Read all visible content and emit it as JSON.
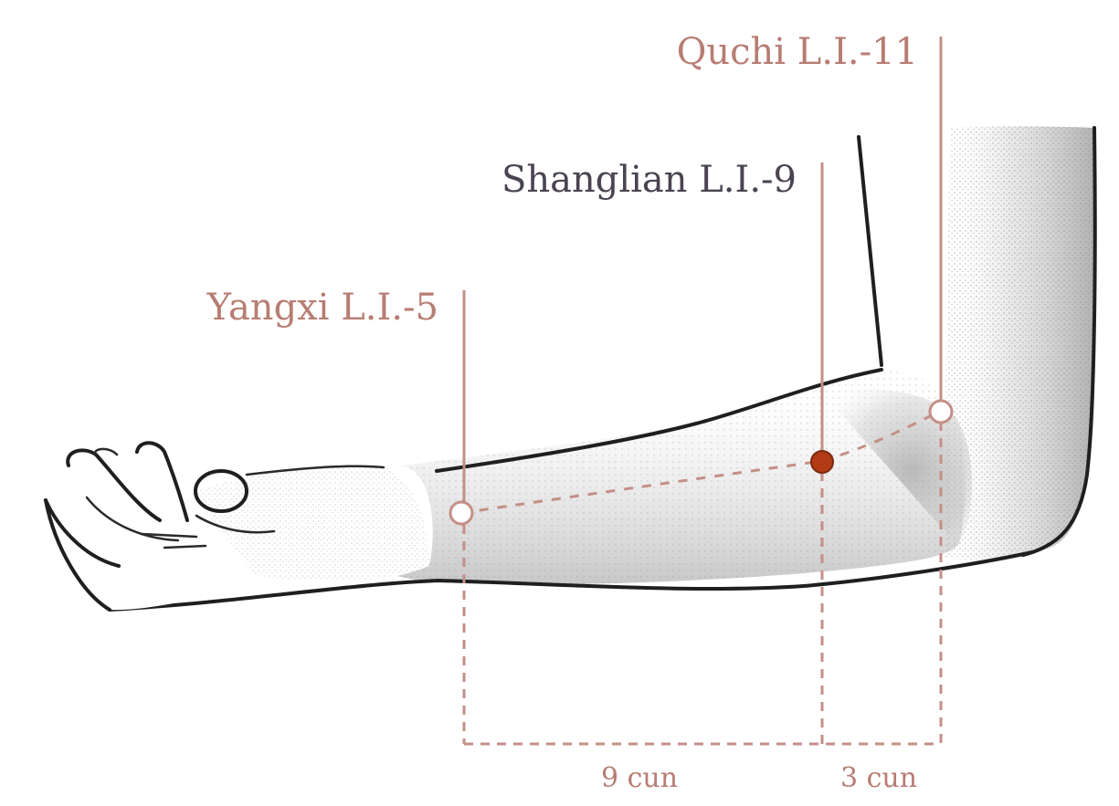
{
  "points": [
    {
      "name": "Quchi L.I.-11",
      "style": "open"
    },
    {
      "name": "Shanglian L.I.-9",
      "style": "filled"
    },
    {
      "name": "Yangxi L.I.-5",
      "style": "open"
    }
  ],
  "distances": [
    {
      "label": "9 cun"
    },
    {
      "label": "3 cun"
    }
  ],
  "colors": {
    "guide_line": "#c48f86",
    "label_muted": "#b77d73",
    "label_highlight": "#4b4352",
    "point_filled": "#b23b16",
    "point_outline": "#c48f86",
    "skin_outline": "#1f1f1f"
  }
}
